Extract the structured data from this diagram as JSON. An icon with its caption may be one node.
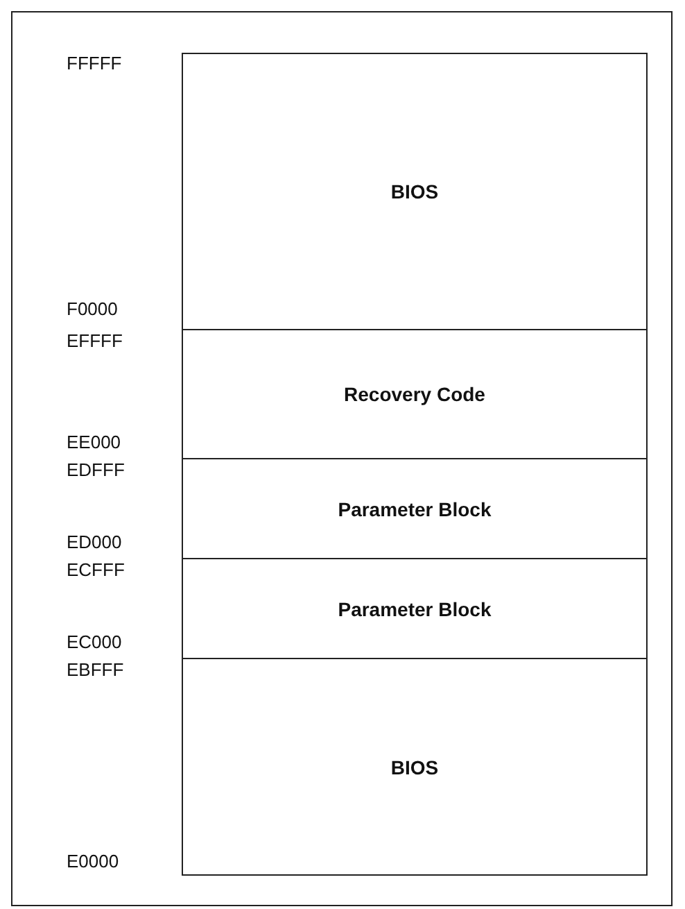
{
  "diagram": {
    "nodes": [
      {
        "text": [
          "BIOS"
        ]
      },
      {
        "text": [
          "Recovery Code"
        ]
      },
      {
        "text": [
          "Parameter Block"
        ]
      },
      {
        "text": [
          "Parameter Block"
        ]
      },
      {
        "text": [
          "BIOS"
        ]
      }
    ],
    "labels": [
      "FFFFF",
      "F0000",
      "EFFFF",
      "EE000",
      "EDFFF",
      "ED000",
      "ECFFF",
      "EC000",
      "EBFFF",
      "E0000"
    ]
  }
}
